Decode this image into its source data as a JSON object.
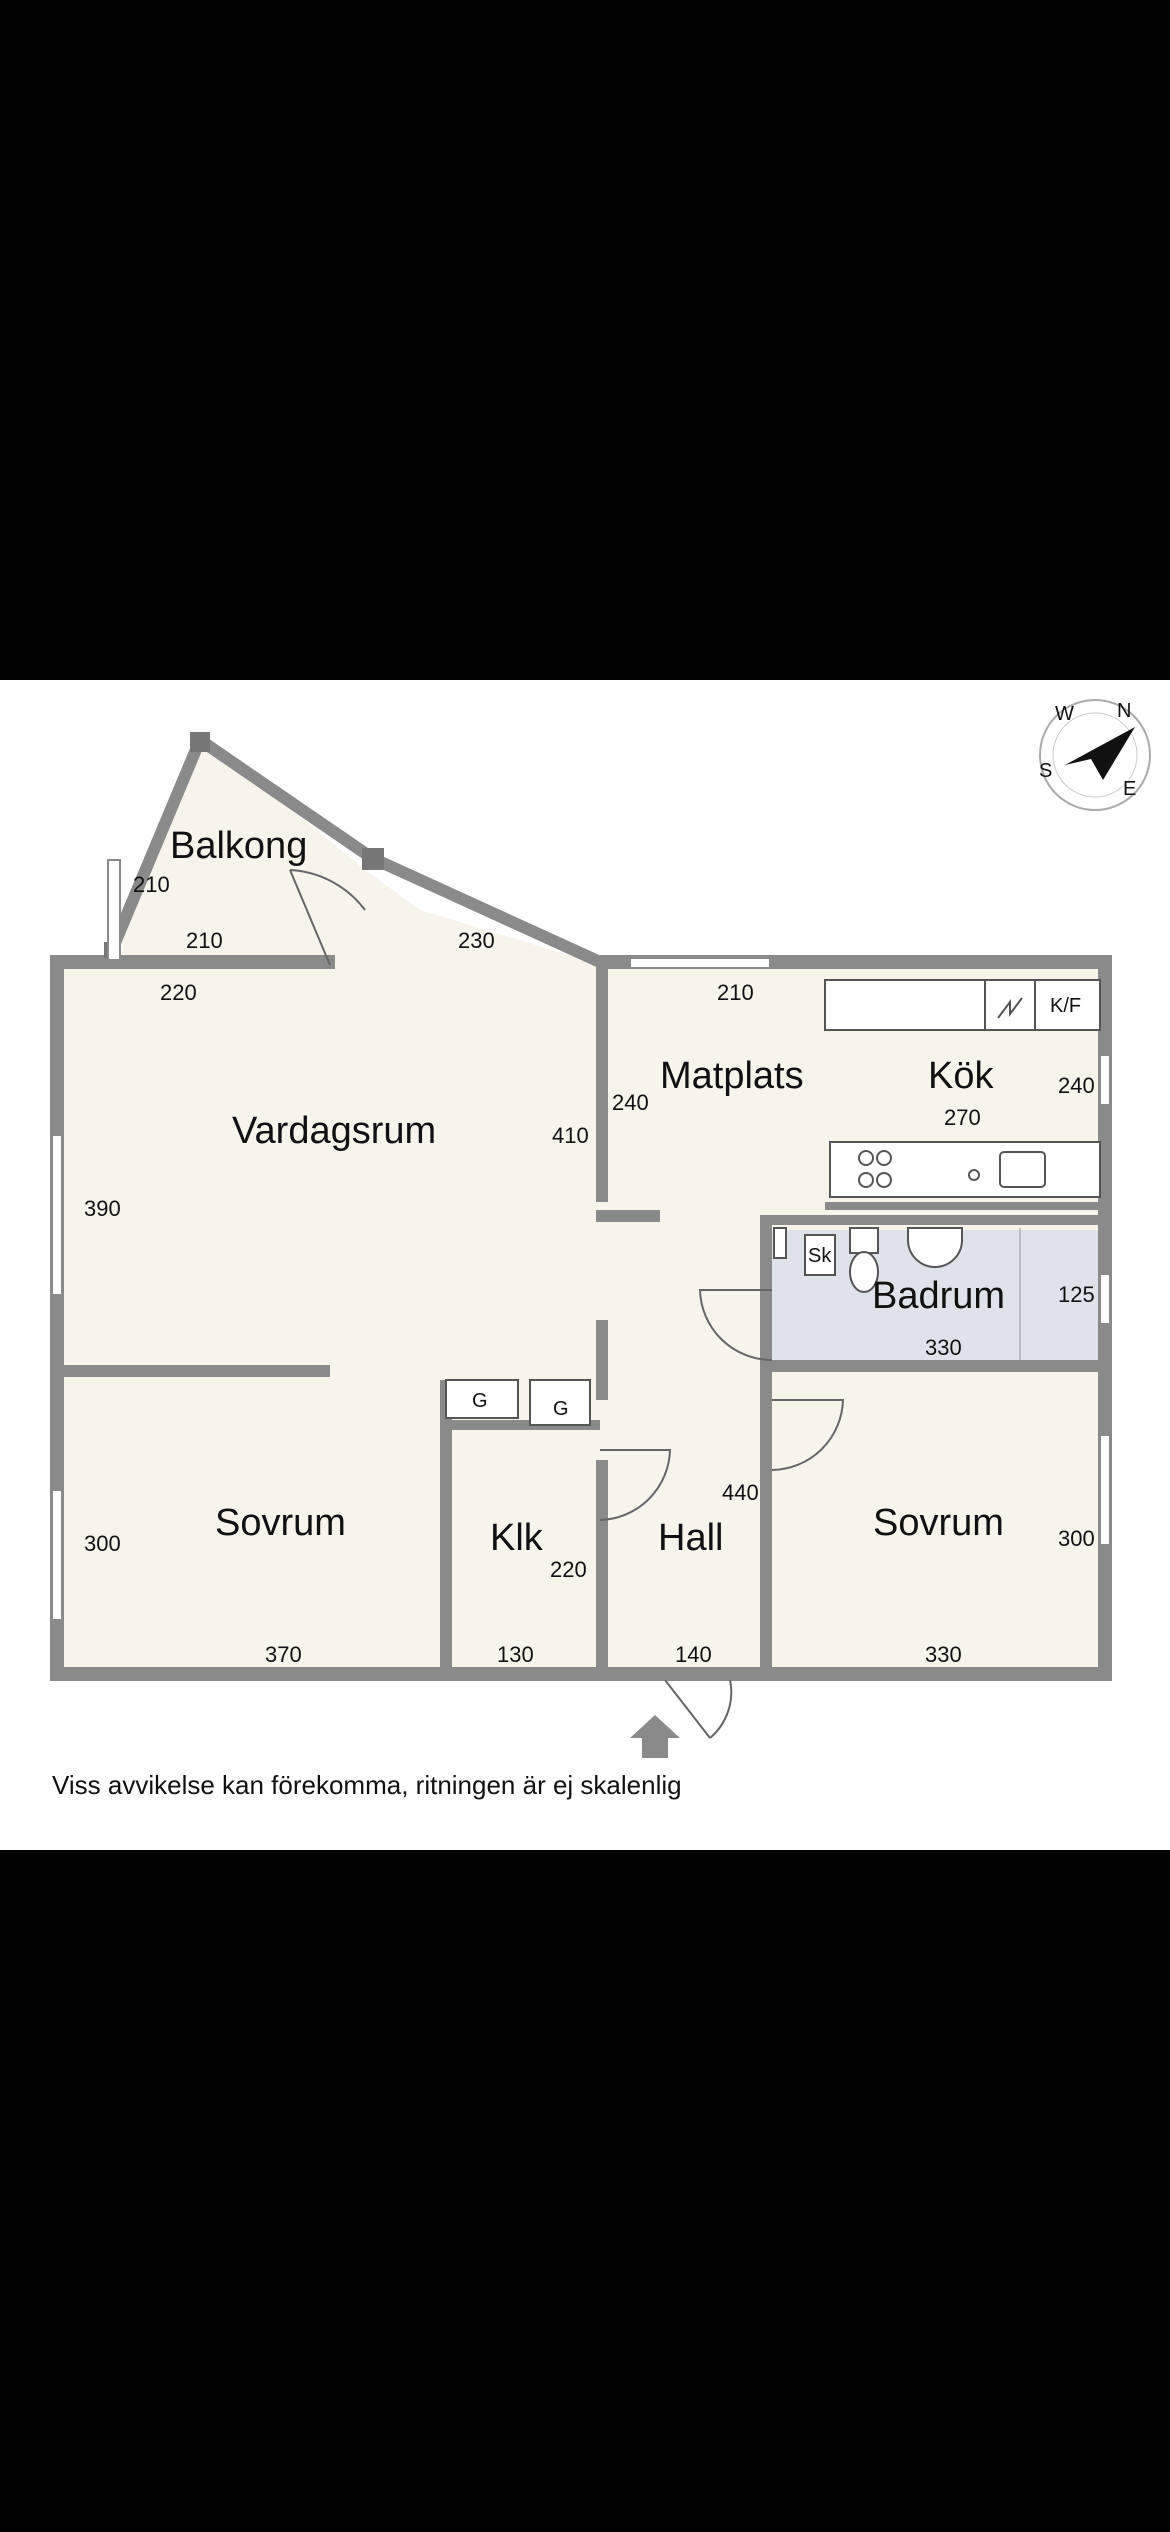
{
  "rooms": {
    "balkong": "Balkong",
    "vardagsrum": "Vardagsrum",
    "matplats": "Matplats",
    "kok": "Kök",
    "badrum": "Badrum",
    "sovrum_left": "Sovrum",
    "klk": "Klk",
    "hall": "Hall",
    "sovrum_right": "Sovrum"
  },
  "fixtures": {
    "kf": "K/F",
    "sk": "Sk",
    "g1": "G",
    "g2": "G"
  },
  "dimensions": {
    "balkong_side": "210",
    "balkong_bottom": "210",
    "vardag_top_left": "220",
    "vardag_top_right": "230",
    "vardag_height": "390",
    "vardag_right": "410",
    "matplats_top": "210",
    "matplats_left": "240",
    "kok_width": "270",
    "kok_right": "240",
    "badrum_height": "125",
    "badrum_width": "330",
    "sovrum_left_height": "300",
    "sovrum_left_width": "370",
    "klk_height": "220",
    "klk_width": "130",
    "hall_height": "440",
    "hall_width": "140",
    "sovrum_right_width": "330",
    "sovrum_right_height": "300"
  },
  "compass": {
    "n": "N",
    "e": "E",
    "s": "S",
    "w": "W"
  },
  "disclaimer": "Viss avvikelse kan förekomma, ritningen är ej skalenlig",
  "colors": {
    "floor": "#f7f4ec",
    "wall": "#8a8a8a",
    "bath": "#dfe3e9",
    "background": "#000000"
  }
}
